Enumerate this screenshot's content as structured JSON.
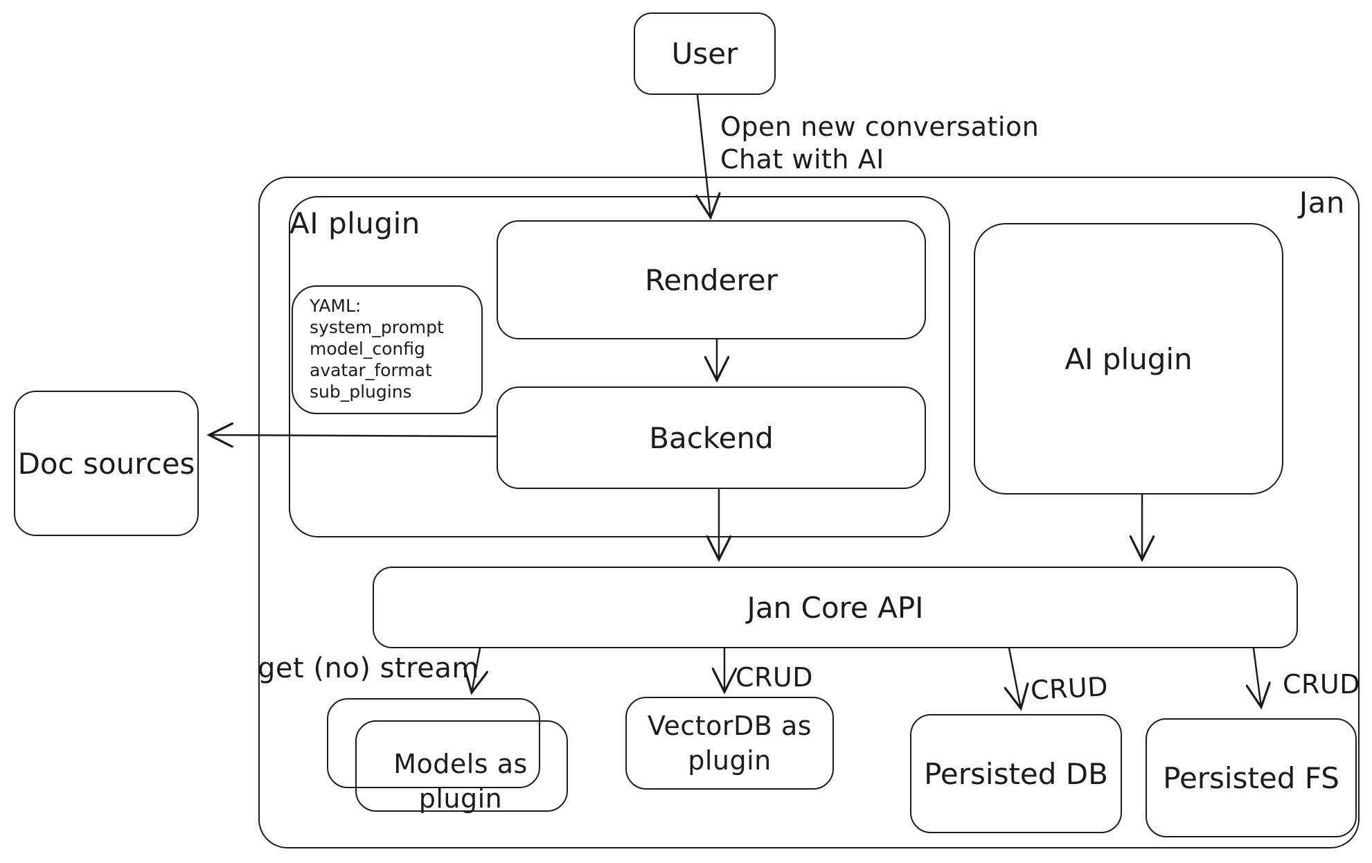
{
  "colors": {
    "ink": "#1b1b1b",
    "background": "#ffffff"
  },
  "nodes": {
    "user": {
      "label": "User"
    },
    "jan_container": {
      "label": "Jan"
    },
    "ai_plugin_container": {
      "label": "AI plugin"
    },
    "renderer": {
      "label": "Renderer"
    },
    "backend": {
      "label": "Backend"
    },
    "yaml_note": {
      "lines": [
        "YAML:",
        "system_prompt",
        "model_config",
        "avatar_format",
        "sub_plugins"
      ]
    },
    "doc_sources": {
      "label": "Doc sources"
    },
    "ai_plugin_right": {
      "label": "AI plugin"
    },
    "jan_core_api": {
      "label": "Jan Core API"
    },
    "models_plugin": {
      "lines": [
        "Models as",
        "plugin"
      ]
    },
    "vectordb_plugin": {
      "lines": [
        "VectorDB as",
        "plugin"
      ]
    },
    "persisted_db": {
      "label": "Persisted DB"
    },
    "persisted_fs": {
      "label": "Persisted FS"
    }
  },
  "edge_labels": {
    "user_action": {
      "lines": [
        "Open new conversation",
        "Chat with AI"
      ]
    },
    "get_no_stream": {
      "label": "get (no) stream"
    },
    "crud_vectordb": {
      "label": "CRUD"
    },
    "crud_persisted_db": {
      "label": "CRUD"
    },
    "crud_persisted_fs": {
      "label": "CRUD"
    }
  }
}
